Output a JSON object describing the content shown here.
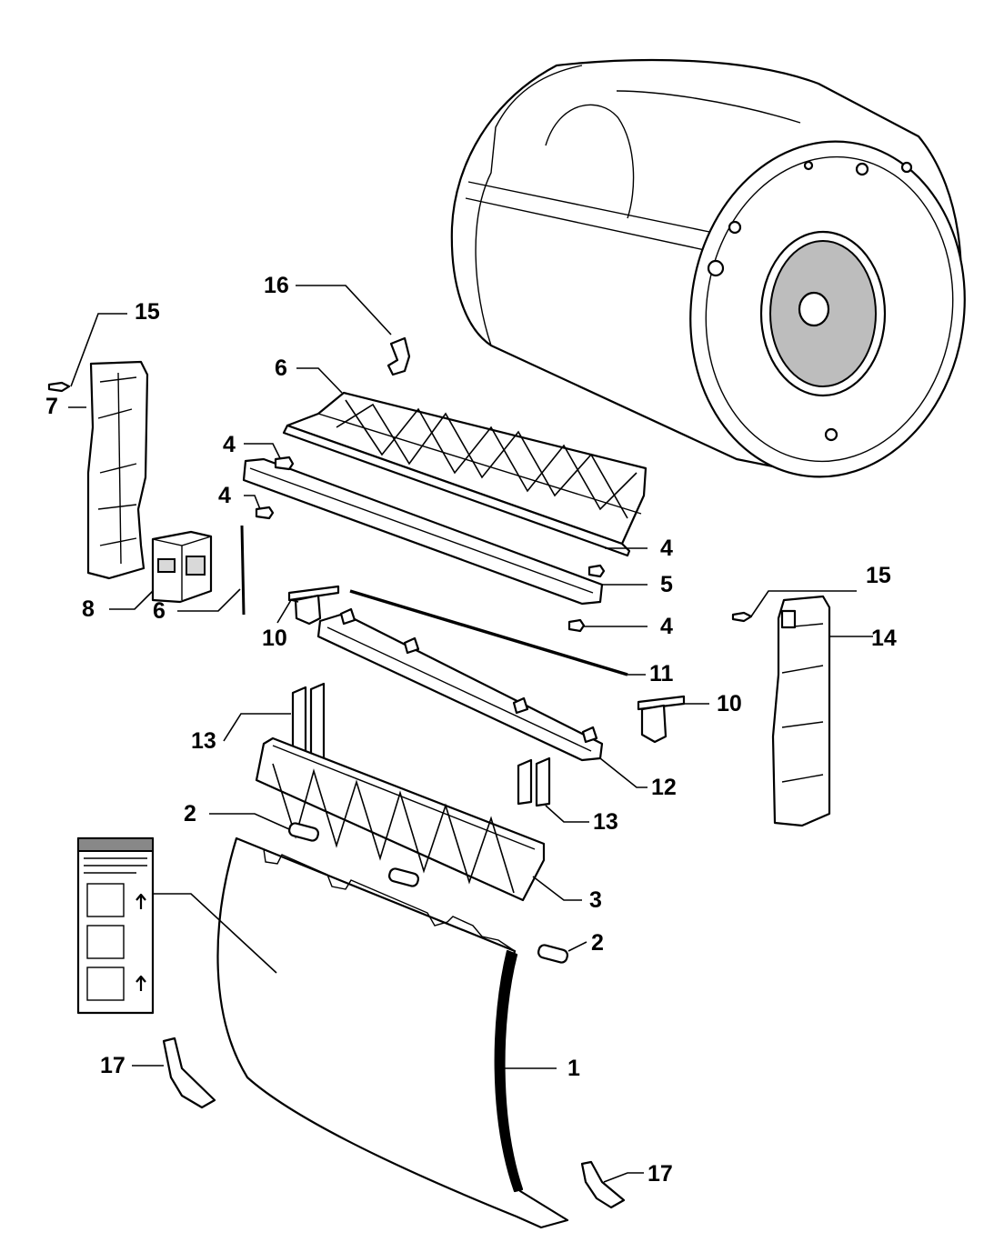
{
  "callouts": {
    "c1": "1",
    "c2a": "2",
    "c2b": "2",
    "c3": "3",
    "c4a": "4",
    "c4b": "4",
    "c4c": "4",
    "c4d": "4",
    "c5": "5",
    "c6a": "6",
    "c6b": "6",
    "c7": "7",
    "c8": "8",
    "c10a": "10",
    "c10b": "10",
    "c11": "11",
    "c12": "12",
    "c13a": "13",
    "c13b": "13",
    "c14": "14",
    "c15a": "15",
    "c15b": "15",
    "c16": "16",
    "c17a": "17",
    "c17b": "17"
  }
}
